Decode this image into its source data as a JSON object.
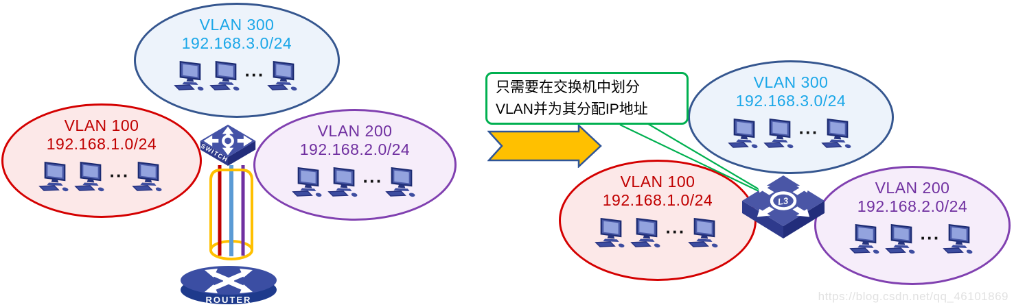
{
  "left_panel": {
    "vlan300": {
      "title": "VLAN 300",
      "subnet": "192.168.3.0/24"
    },
    "vlan100": {
      "title": "VLAN 100",
      "subnet": "192.168.1.0/24"
    },
    "vlan200": {
      "title": "VLAN 200",
      "subnet": "192.168.2.0/24"
    },
    "switch_label": "SWITCH",
    "router_label": "ROUTER"
  },
  "right_panel": {
    "vlan300": {
      "title": "VLAN 300",
      "subnet": "192.168.3.0/24"
    },
    "vlan100": {
      "title": "VLAN 100",
      "subnet": "192.168.1.0/24"
    },
    "vlan200": {
      "title": "VLAN 200",
      "subnet": "192.168.2.0/24"
    },
    "l3_switch_label": "L3"
  },
  "callout": {
    "line1": "只需要在交换机中划分",
    "line2": "VLAN并为其分配IP地址"
  },
  "ellipsis": "···",
  "watermark": "https://blog.csdn.net/qq_46101869",
  "colors": {
    "vlan300_text": "#1BA7E8",
    "vlan300_border": "#35568F",
    "vlan300_fill": "#EDF3FB",
    "vlan100_text": "#C00000",
    "vlan100_border": "#D40000",
    "vlan100_fill": "#FCE8E8",
    "vlan200_text": "#7030A0",
    "vlan200_border": "#8040B0",
    "vlan200_fill": "#F6EDFA",
    "callout_border": "#00B050",
    "arrow_fill": "#FFC000",
    "arrow_border": "#2F5597",
    "trunk_border": "#FFC000",
    "trunk_line_red": "#C00000",
    "trunk_line_blue": "#5B9BD5",
    "trunk_line_purple": "#7030A0",
    "device_blue_top": "#4452A6",
    "device_blue_side": "#232E7B"
  }
}
